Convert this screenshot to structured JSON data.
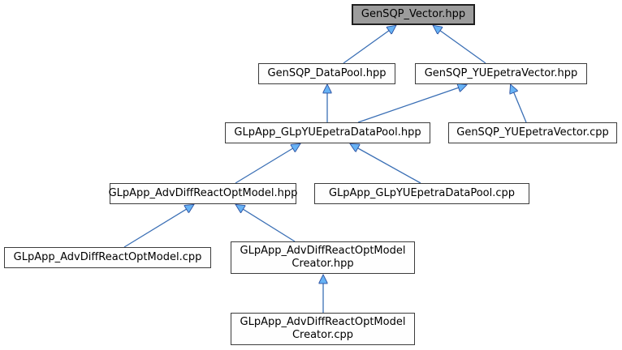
{
  "graph": {
    "title": "GenSQP_Vector.hpp include dependency graph",
    "nodes": [
      {
        "id": "GenSQP_Vector.hpp",
        "label": "GenSQP_Vector.hpp",
        "current": true
      },
      {
        "id": "GenSQP_DataPool.hpp",
        "label": "GenSQP_DataPool.hpp",
        "current": false
      },
      {
        "id": "GenSQP_YUEpetraVector.hpp",
        "label": "GenSQP_YUEpetraVector.hpp",
        "current": false
      },
      {
        "id": "GLpApp_GLpYUEpetraDataPool.hpp",
        "label": "GLpApp_GLpYUEpetraDataPool.hpp",
        "current": false
      },
      {
        "id": "GenSQP_YUEpetraVector.cpp",
        "label": "GenSQP_YUEpetraVector.cpp",
        "current": false
      },
      {
        "id": "GLpApp_AdvDiffReactOptModel.hpp",
        "label": "GLpApp_AdvDiffReactOptModel.hpp",
        "current": false
      },
      {
        "id": "GLpApp_GLpYUEpetraDataPool.cpp",
        "label": "GLpApp_GLpYUEpetraDataPool.cpp",
        "current": false
      },
      {
        "id": "GLpApp_AdvDiffReactOptModel.cpp",
        "label": "GLpApp_AdvDiffReactOptModel.cpp",
        "current": false
      },
      {
        "id": "GLpApp_AdvDiffReactOptModelCreator.hpp",
        "label": "GLpApp_AdvDiffReactOptModel\nCreator.hpp",
        "current": false
      },
      {
        "id": "GLpApp_AdvDiffReactOptModelCreator.cpp",
        "label": "GLpApp_AdvDiffReactOptModel\nCreator.cpp",
        "current": false
      }
    ],
    "edges": [
      {
        "from": "GenSQP_DataPool.hpp",
        "to": "GenSQP_Vector.hpp"
      },
      {
        "from": "GenSQP_YUEpetraVector.hpp",
        "to": "GenSQP_Vector.hpp"
      },
      {
        "from": "GLpApp_GLpYUEpetraDataPool.hpp",
        "to": "GenSQP_DataPool.hpp"
      },
      {
        "from": "GLpApp_GLpYUEpetraDataPool.hpp",
        "to": "GenSQP_YUEpetraVector.hpp"
      },
      {
        "from": "GenSQP_YUEpetraVector.cpp",
        "to": "GenSQP_YUEpetraVector.hpp"
      },
      {
        "from": "GLpApp_AdvDiffReactOptModel.hpp",
        "to": "GLpApp_GLpYUEpetraDataPool.hpp"
      },
      {
        "from": "GLpApp_GLpYUEpetraDataPool.cpp",
        "to": "GLpApp_GLpYUEpetraDataPool.hpp"
      },
      {
        "from": "GLpApp_AdvDiffReactOptModel.cpp",
        "to": "GLpApp_AdvDiffReactOptModel.hpp"
      },
      {
        "from": "GLpApp_AdvDiffReactOptModelCreator.hpp",
        "to": "GLpApp_AdvDiffReactOptModel.hpp"
      },
      {
        "from": "GLpApp_AdvDiffReactOptModelCreator.cpp",
        "to": "GLpApp_AdvDiffReactOptModelCreator.hpp"
      }
    ],
    "colors": {
      "background": "#ffffff",
      "node_fill": "#fefefe",
      "node_border": "#3c3c3c",
      "current_node_fill": "#9c9c9c",
      "current_node_border": "#1f1f1f",
      "edge_line": "#3a6fb5",
      "arrowhead_fill": "#66b2f5",
      "arrowhead_border": "#2b4f9e"
    }
  }
}
